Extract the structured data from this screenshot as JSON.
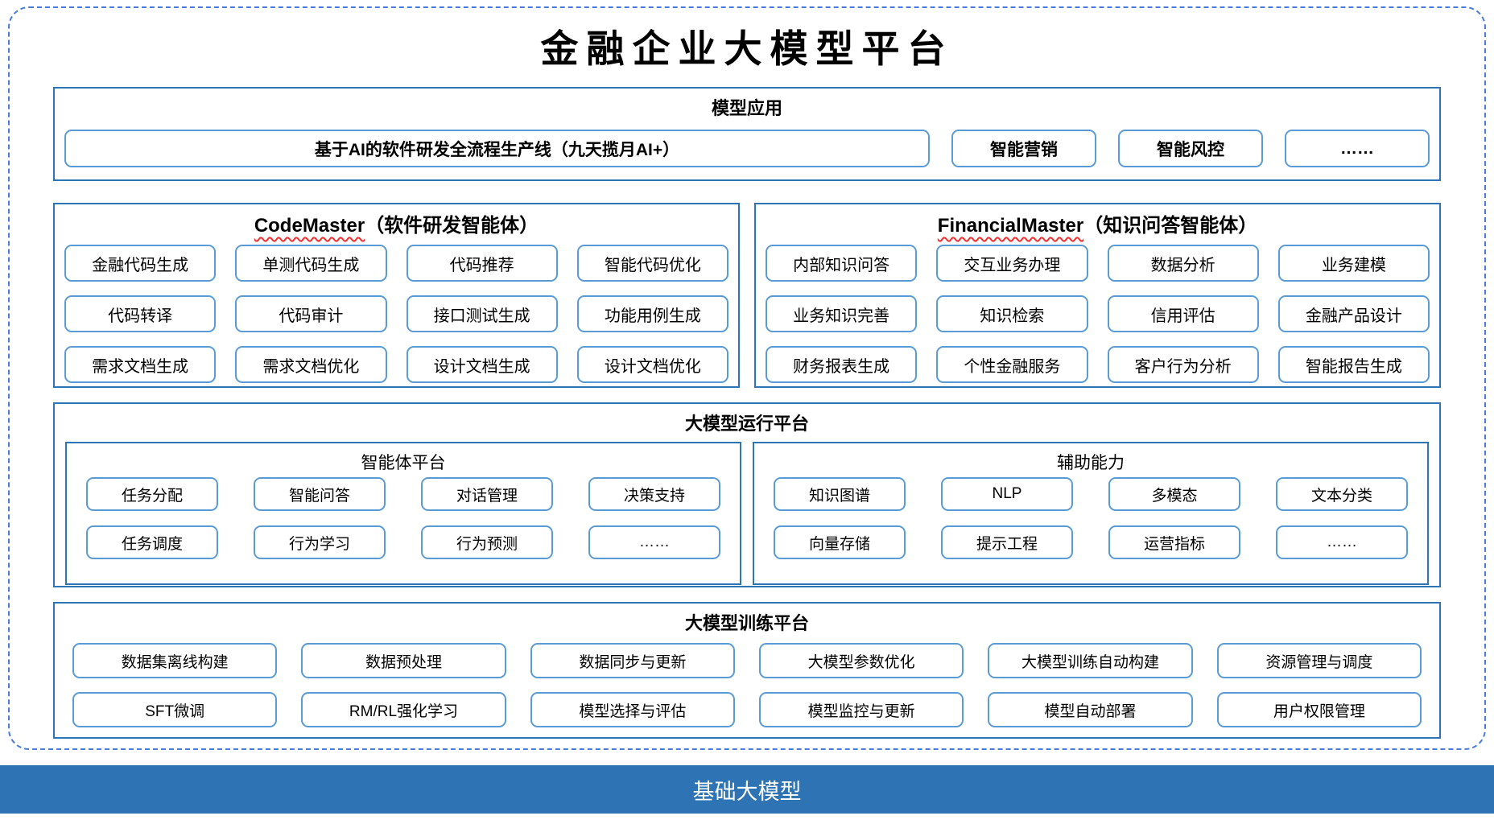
{
  "title": "金融企业大模型平台",
  "colors": {
    "box_border_blue": "#2e75b6",
    "button_border_blue": "#5b9bd5",
    "dashed_frame_blue": "#4a7ddb",
    "base_bar_blue": "#2e74b5",
    "squiggle_red": "#f42f2f"
  },
  "model_app": {
    "header": "模型应用",
    "main_button": "基于AI的软件研发全流程生产线（九天揽月AI+）",
    "buttons": [
      "智能营销",
      "智能风控",
      "……"
    ]
  },
  "code_master": {
    "header_en": "CodeMaster",
    "header_zh": "（软件研发智能体）",
    "items": [
      "金融代码生成",
      "单测代码生成",
      "代码推荐",
      "智能代码优化",
      "代码转译",
      "代码审计",
      "接口测试生成",
      "功能用例生成",
      "需求文档生成",
      "需求文档优化",
      "设计文档生成",
      "设计文档优化"
    ]
  },
  "financial_master": {
    "header_en": "FinancialMaster",
    "header_zh": "（知识问答智能体）",
    "items": [
      "内部知识问答",
      "交互业务办理",
      "数据分析",
      "业务建模",
      "业务知识完善",
      "知识检索",
      "信用评估",
      "金融产品设计",
      "财务报表生成",
      "个性金融服务",
      "客户行为分析",
      "智能报告生成"
    ]
  },
  "runtime_platform": {
    "header": "大模型运行平台",
    "agent_platform": {
      "header": "智能体平台",
      "items": [
        "任务分配",
        "智能问答",
        "对话管理",
        "决策支持",
        "任务调度",
        "行为学习",
        "行为预测",
        "……"
      ]
    },
    "aux_capabilities": {
      "header": "辅助能力",
      "items": [
        "知识图谱",
        "NLP",
        "多模态",
        "文本分类",
        "向量存储",
        "提示工程",
        "运营指标",
        "……"
      ]
    }
  },
  "training_platform": {
    "header": "大模型训练平台",
    "items": [
      "数据集离线构建",
      "数据预处理",
      "数据同步与更新",
      "大模型参数优化",
      "大模型训练自动构建",
      "资源管理与调度",
      "SFT微调",
      "RM/RL强化学习",
      "模型选择与评估",
      "模型监控与更新",
      "模型自动部署",
      "用户权限管理"
    ]
  },
  "foundation": {
    "label": "基础大模型"
  }
}
